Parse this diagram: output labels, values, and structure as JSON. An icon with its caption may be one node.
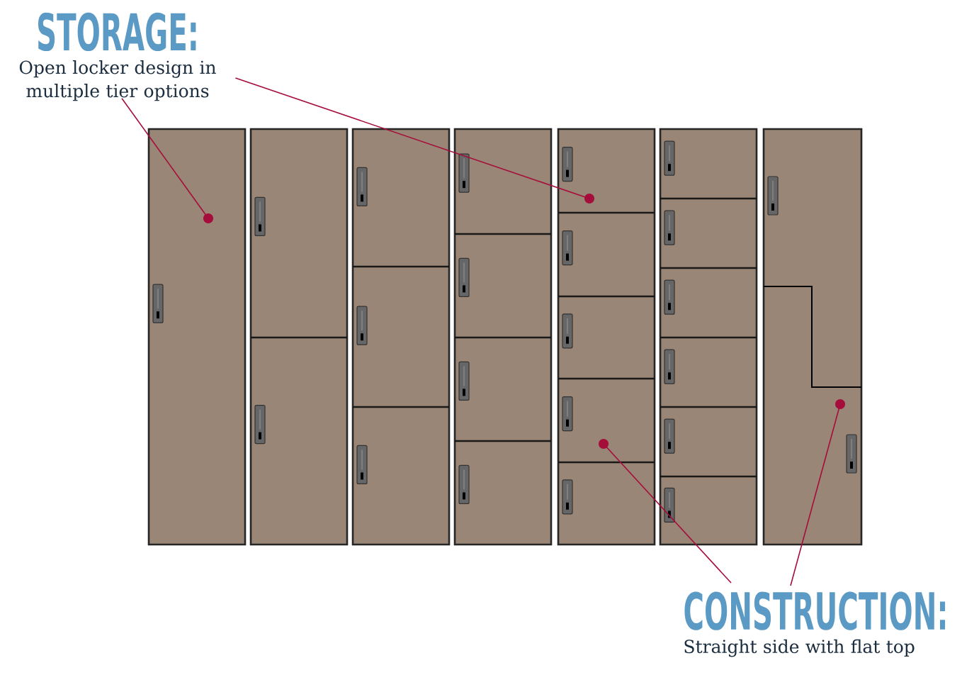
{
  "diagram": {
    "nodes": [
      {
        "text": [
          "STORAGE:",
          "Open locker design in multiple tier options"
        ]
      },
      {
        "text": [
          "CONSTRUCTION:",
          "Straight side with flat top"
        ]
      },
      {
        "text": [],
        "shape": "circle"
      },
      {
        "text": [],
        "shape": "circle"
      },
      {
        "text": [],
        "shape": "circle"
      },
      {
        "text": [],
        "shape": "circle"
      }
    ],
    "edges": [
      {
        "from": 0,
        "to": 2,
        "arrow": "none"
      },
      {
        "from": 0,
        "to": 3,
        "arrow": "none"
      },
      {
        "from": 1,
        "to": 4,
        "arrow": "none"
      },
      {
        "from": 1,
        "to": 5,
        "arrow": "none"
      }
    ]
  }
}
